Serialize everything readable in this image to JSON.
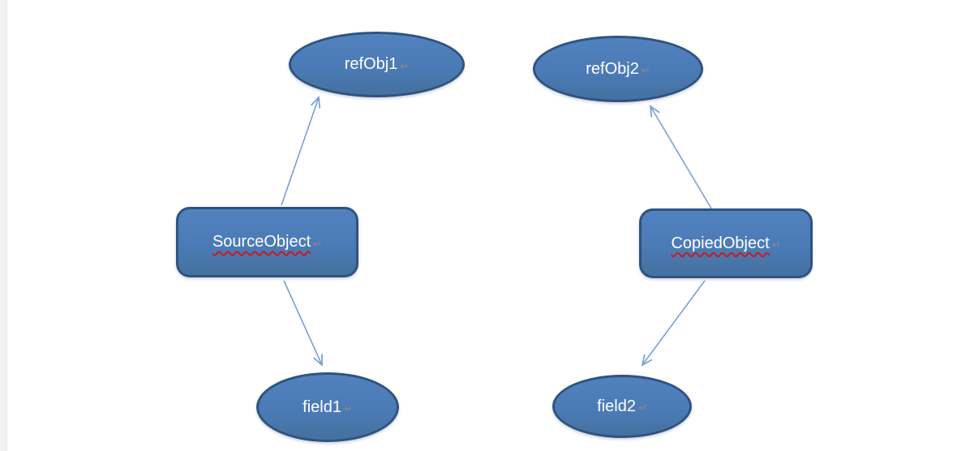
{
  "diagram": {
    "nodes": [
      {
        "id": "refObj1",
        "label": "refObj1",
        "shape": "ellipse",
        "spell_error": false
      },
      {
        "id": "refObj2",
        "label": "refObj2",
        "shape": "ellipse",
        "spell_error": false
      },
      {
        "id": "SourceObject",
        "label": "SourceObject",
        "shape": "rounded-rect",
        "spell_error": true
      },
      {
        "id": "CopiedObject",
        "label": "CopiedObject",
        "shape": "rounded-rect",
        "spell_error": true
      },
      {
        "id": "field1",
        "label": "field1",
        "shape": "ellipse",
        "spell_error": false
      },
      {
        "id": "field2",
        "label": "field2",
        "shape": "ellipse",
        "spell_error": false
      }
    ],
    "edges": [
      {
        "from": "SourceObject",
        "to": "refObj1"
      },
      {
        "from": "SourceObject",
        "to": "field1"
      },
      {
        "from": "CopiedObject",
        "to": "refObj2"
      },
      {
        "from": "CopiedObject",
        "to": "field2"
      }
    ],
    "formatting_mark": "↵",
    "colors": {
      "node_fill": "#4b7bb7",
      "node_border": "#2f5380",
      "arrow": "#7b9fd3",
      "label_text": "#ffffff",
      "spellcheck_underline": "#d01818",
      "formatting_mark_color": "#8b8b80",
      "canvas_background": "#ffffff",
      "left_margin": "#f2f2f2"
    }
  }
}
